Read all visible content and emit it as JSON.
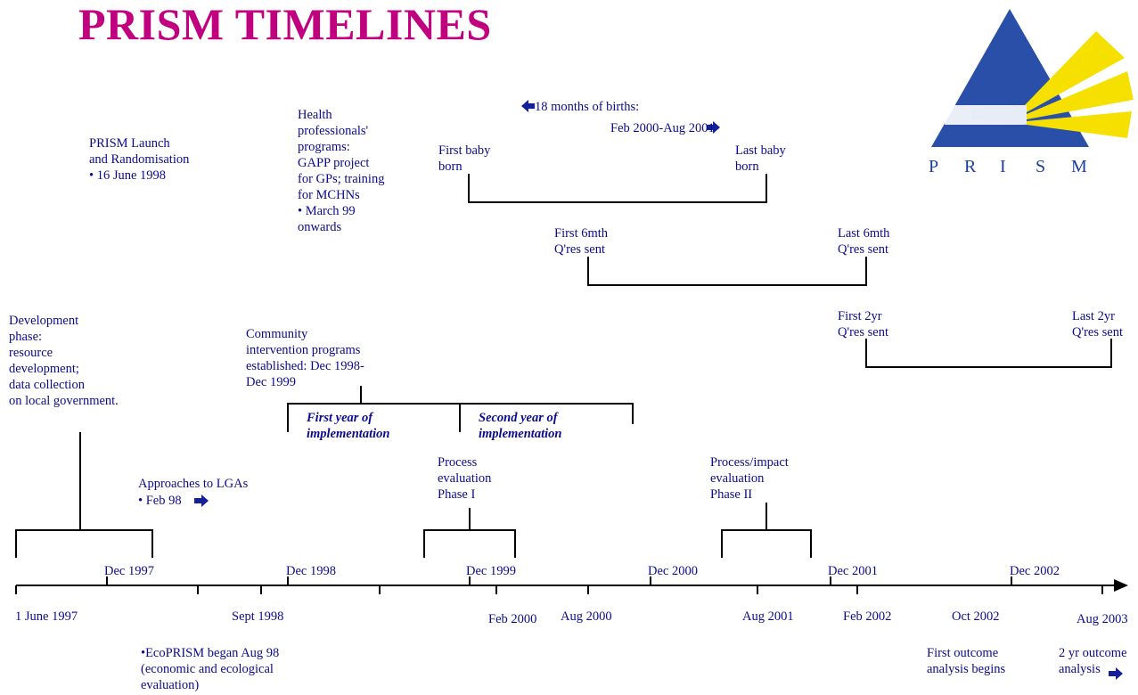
{
  "title": "PRISM TIMELINES",
  "logo": {
    "letters": [
      "P",
      "R",
      "I",
      "S",
      "M"
    ],
    "colors": {
      "triangle": "#2a4fa8",
      "rays": "#f5e000"
    }
  },
  "colors": {
    "title": "#c0007e",
    "text": "#0b0b8f",
    "lines": "#000000"
  },
  "blocks": {
    "launch": "PRISM Launch\nand Randomisation\n• 16 June 1998",
    "health": "Health\nprofessionals'\nprograms:\nGAPP project\nfor GPs; training\nfor MCHNs\n• March 99\nonwards",
    "births_left": "18 months of births:",
    "births_right": "Feb 2000-Aug 2001",
    "first_baby": "First baby\nborn",
    "last_baby": "Last baby\nborn",
    "first_6mth": "First 6mth\nQ'res sent",
    "last_6mth": "Last 6mth\nQ'res sent",
    "first_2yr": "First 2yr\nQ'res sent",
    "last_2yr": "Last 2yr\nQ'res sent",
    "development": "Development\nphase:\nresource\ndevelopment;\ndata collection\non local government.",
    "community": "Community\nintervention programs\nestablished: Dec 1998-\nDec 1999",
    "first_year": "First year of\nimplementation",
    "second_year": "Second year of\nimplementation",
    "approaches": "Approaches to LGAs",
    "approaches_date": "• Feb 98",
    "process1": "Process\nevaluation\nPhase I",
    "process2": "Process/impact\nevaluation\nPhase II",
    "ecoprism": "•EcoPRISM began Aug 98\n(economic and ecological\nevaluation)",
    "first_outcome": "First outcome\nanalysis begins",
    "two_yr_outcome": "2 yr outcome\nanalysis"
  },
  "timeline": {
    "above": [
      "Dec 1997",
      "Dec 1998",
      "Dec 1999",
      "Dec 2000",
      "Dec 2001",
      "Dec 2002"
    ],
    "below": [
      "1 June 1997",
      "Sept 1998",
      "Feb 2000",
      "Aug 2000",
      "Aug 2001",
      "Feb 2002",
      "Oct 2002",
      "Aug 2003"
    ]
  }
}
